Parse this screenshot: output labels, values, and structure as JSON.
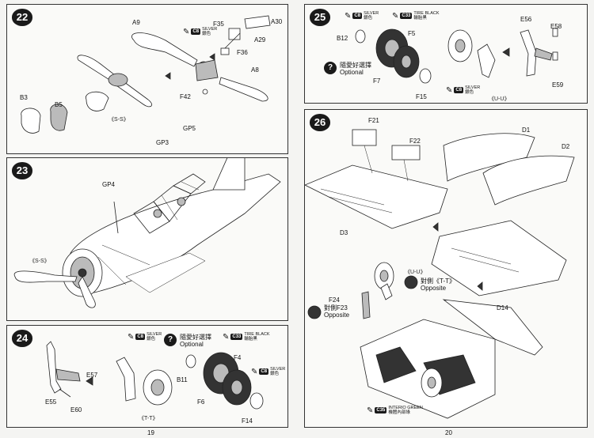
{
  "steps": {
    "s22": {
      "num": "22",
      "labels": {
        "a9": "A9",
        "f35": "F35",
        "a30": "A30",
        "a29": "A29",
        "f36": "F36",
        "a8": "A8",
        "f42": "F42",
        "b3": "B3",
        "b5": "B5"
      },
      "paint": {
        "code": "C8",
        "en": "SILVER",
        "zh": "銀色"
      },
      "view": "《S-S》"
    },
    "s23": {
      "num": "23",
      "labels": {
        "gp3": "GP3",
        "gp5": "GP5",
        "gp4": "GP4"
      },
      "view": "《S-S》"
    },
    "s24": {
      "num": "24",
      "labels": {
        "e57": "E57",
        "e55": "E55",
        "e60": "E60",
        "b11": "B11",
        "f4": "F4",
        "f6": "F6",
        "f14": "F14"
      },
      "paint_silver": {
        "code": "C8",
        "en": "SILVER",
        "zh": "銀色"
      },
      "paint_tire": {
        "code": "C33",
        "en": "TIRE BLACK",
        "zh": "輪胎黑"
      },
      "paint_silver2": {
        "code": "C8",
        "en": "SILVER",
        "zh": "銀色"
      },
      "optional": {
        "zh": "隨愛好選擇",
        "en": "Optional",
        "mark": "?"
      },
      "view": "《T-T》"
    },
    "s25": {
      "num": "25",
      "labels": {
        "b12": "B12",
        "f5": "F5",
        "f7": "F7",
        "f15": "F15",
        "e56": "E56",
        "e58": "E58",
        "e59": "E59"
      },
      "paint_silver": {
        "code": "C8",
        "en": "SILVER",
        "zh": "銀色"
      },
      "paint_tire": {
        "code": "C33",
        "en": "TIRE BLACK",
        "zh": "輪胎黑"
      },
      "paint_silver2": {
        "code": "C8",
        "en": "SILVER",
        "zh": "銀色"
      },
      "optional": {
        "zh": "隨愛好選擇",
        "en": "Optional",
        "mark": "?"
      },
      "view": "《U-U》"
    },
    "s26": {
      "num": "26",
      "labels": {
        "f21": "F21",
        "f22": "F22",
        "d1": "D1",
        "d2": "D2",
        "d3": "D3",
        "d14": "D14",
        "f24": "F24"
      },
      "uu": "《U-U》",
      "tt": {
        "zh": "對側《T-T》",
        "en": "Opposite"
      },
      "f23": {
        "zh": "對側F23",
        "en": "Opposite"
      },
      "paint": {
        "code": "C35",
        "en": "INTERIO GREEN",
        "zh": "機體內部綠"
      }
    }
  },
  "pages": {
    "left": "19",
    "right": "20"
  }
}
